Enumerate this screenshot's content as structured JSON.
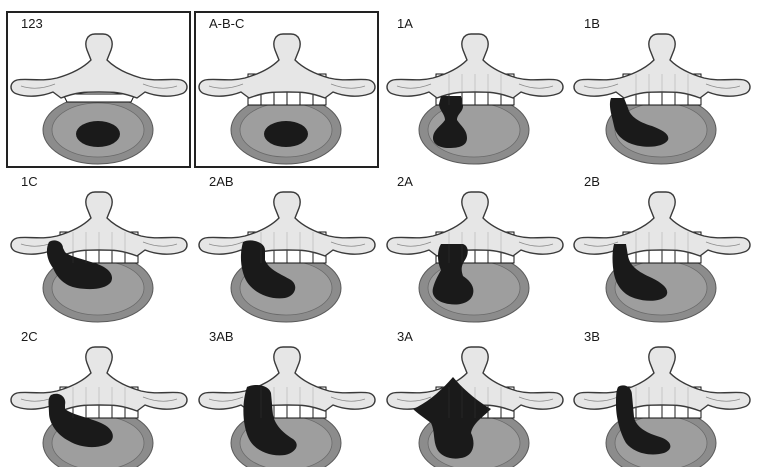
{
  "colors": {
    "bone_fill": "#e6e6e6",
    "bone_stroke": "#3a3a3a",
    "disc_outer": "#8c8c8c",
    "disc_inner": "#9e9e9e",
    "nucleus": "#1a1a1a",
    "grid_stroke": "#111111",
    "frame": "#222222"
  },
  "panels": [
    {
      "label": "123",
      "framed": true,
      "canal": "band",
      "herniation": "none"
    },
    {
      "label": "A-B-C",
      "framed": true,
      "canal": "grid",
      "herniation": "none"
    },
    {
      "label": "1A",
      "framed": false,
      "canal": "grid",
      "herniation": "1A"
    },
    {
      "label": "1B",
      "framed": false,
      "canal": "grid",
      "herniation": "1B"
    },
    {
      "label": "1C",
      "framed": false,
      "canal": "grid",
      "herniation": "1C"
    },
    {
      "label": "2AB",
      "framed": false,
      "canal": "grid",
      "herniation": "2AB"
    },
    {
      "label": "2A",
      "framed": false,
      "canal": "grid",
      "herniation": "2A"
    },
    {
      "label": "2B",
      "framed": false,
      "canal": "grid",
      "herniation": "2B"
    },
    {
      "label": "2C",
      "framed": false,
      "canal": "grid",
      "herniation": "2C"
    },
    {
      "label": "3AB",
      "framed": false,
      "canal": "grid",
      "herniation": "3AB"
    },
    {
      "label": "3A",
      "framed": false,
      "canal": "grid",
      "herniation": "3A"
    },
    {
      "label": "3B",
      "framed": false,
      "canal": "grid",
      "herniation": "3B"
    }
  ]
}
